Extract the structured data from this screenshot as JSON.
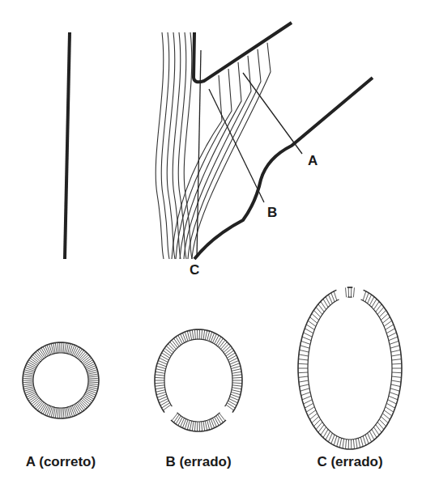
{
  "diagram": {
    "labels": [
      "A",
      "B",
      "C",
      "A (correto)",
      "B (errado)",
      "C (errado)"
    ]
  }
}
